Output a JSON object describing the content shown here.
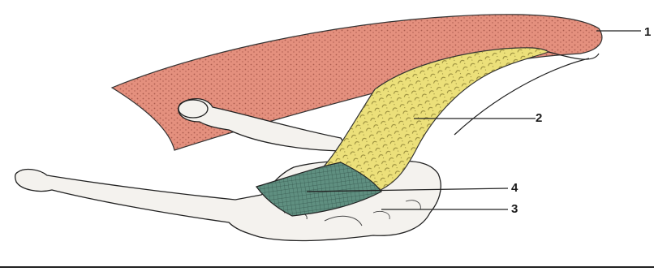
{
  "diagram": {
    "labels": [
      {
        "id": "1",
        "text": "1"
      },
      {
        "id": "2",
        "text": "2"
      },
      {
        "id": "3",
        "text": "3"
      },
      {
        "id": "4",
        "text": "4"
      }
    ],
    "colors": {
      "muscle": "#e4907e",
      "muscle_stipple": "#7a2f25",
      "tendon": "#ece07a",
      "tendon_mark": "#6f6420",
      "cartilage": "#5f8f80",
      "bone": "#f4f2ee",
      "outline": "#222222"
    }
  }
}
